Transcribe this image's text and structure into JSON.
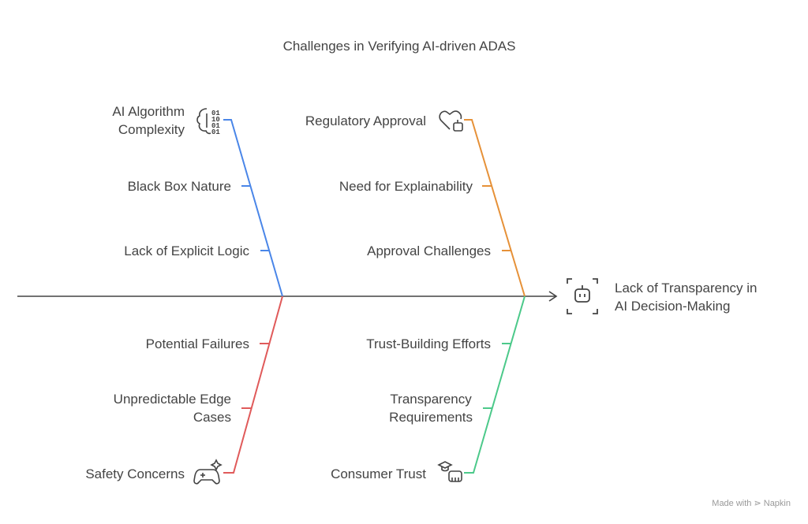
{
  "title": "Challenges in Verifying AI-driven ADAS",
  "effect": "Lack of Transparency in\nAI Decision-Making",
  "effect_lines": [
    "Lack of Transparency in",
    "AI Decision-Making"
  ],
  "branches": {
    "top_left": {
      "color": "#4a86e8",
      "head": [
        "AI Algorithm",
        "Complexity"
      ],
      "icon": "brain-binary-icon",
      "items": [
        "Black Box Nature",
        "Lack of Explicit Logic"
      ]
    },
    "top_right": {
      "color": "#e69138",
      "head": "Regulatory Approval",
      "icon": "heart-robot-icon",
      "items": [
        "Need for Explainability",
        "Approval Challenges"
      ]
    },
    "bottom_left": {
      "color": "#e05a5a",
      "head": "Safety Concerns",
      "icon": "gamepad-sparkle-icon",
      "items": [
        "Potential Failures",
        [
          "Unpredictable Edge",
          "Cases"
        ]
      ]
    },
    "bottom_right": {
      "color": "#4cc98a",
      "head": "Consumer Trust",
      "icon": "graduate-robot-icon",
      "items": [
        "Trust-Building Efforts",
        [
          "Transparency",
          "Requirements"
        ]
      ]
    }
  },
  "watermark": "Made with ⋗ Napkin"
}
